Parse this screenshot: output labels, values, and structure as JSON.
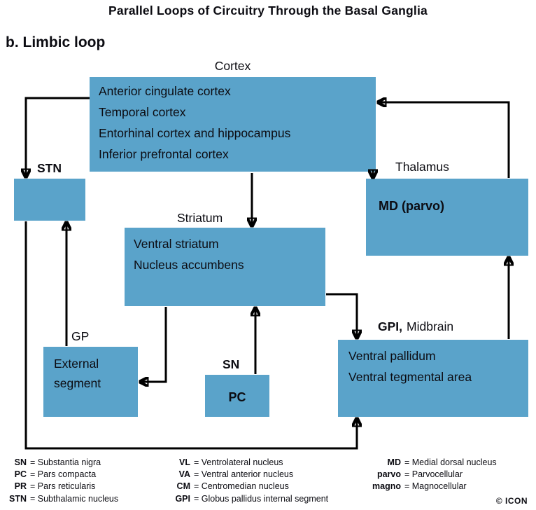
{
  "title": "Parallel Loops of Circuitry Through the Basal Ganglia",
  "subtitle": "b. Limbic loop",
  "colors": {
    "box_fill": "#5aa3ca",
    "arrow": "#000000",
    "background": "#ffffff",
    "text": "#0c0c12"
  },
  "boxes": {
    "cortex": {
      "label": "Cortex",
      "lines": [
        "Anterior cingulate cortex",
        "Temporal cortex",
        "Entorhinal cortex and hippocampus",
        "Inferior prefrontal cortex"
      ]
    },
    "thalamus": {
      "label": "Thalamus",
      "content": "MD (parvo)"
    },
    "stn": {
      "label": "STN"
    },
    "striatum": {
      "label": "Striatum",
      "lines": [
        "Ventral striatum",
        "Nucleus accumbens"
      ]
    },
    "gp": {
      "label": "GP",
      "lines": [
        "External",
        "segment"
      ]
    },
    "sn": {
      "label": "SN",
      "content": "PC"
    },
    "gpi": {
      "label_bold": "GPI,",
      "label_rest": "Midbrain",
      "lines": [
        "Ventral pallidum",
        "Ventral tegmental area"
      ]
    }
  },
  "legend": {
    "col1": [
      {
        "term": "SN",
        "def": "= Substantia nigra"
      },
      {
        "term": "PC",
        "def": "= Pars compacta"
      },
      {
        "term": "PR",
        "def": "= Pars reticularis"
      },
      {
        "term": "STN",
        "def": "= Subthalamic nucleus"
      }
    ],
    "col2": [
      {
        "term": "VL",
        "def": "= Ventrolateral nucleus"
      },
      {
        "term": "VA",
        "def": "= Ventral anterior nucleus"
      },
      {
        "term": "CM",
        "def": "= Centromedian nucleus"
      },
      {
        "term": "GPI",
        "def": "= Globus pallidus internal segment"
      }
    ],
    "col3": [
      {
        "term": "MD",
        "def": "= Medial dorsal nucleus"
      },
      {
        "term": "parvo",
        "def": "= Parvocellular"
      },
      {
        "term": "magno",
        "def": "= Magnocellular"
      }
    ]
  },
  "logo": "© ICON"
}
